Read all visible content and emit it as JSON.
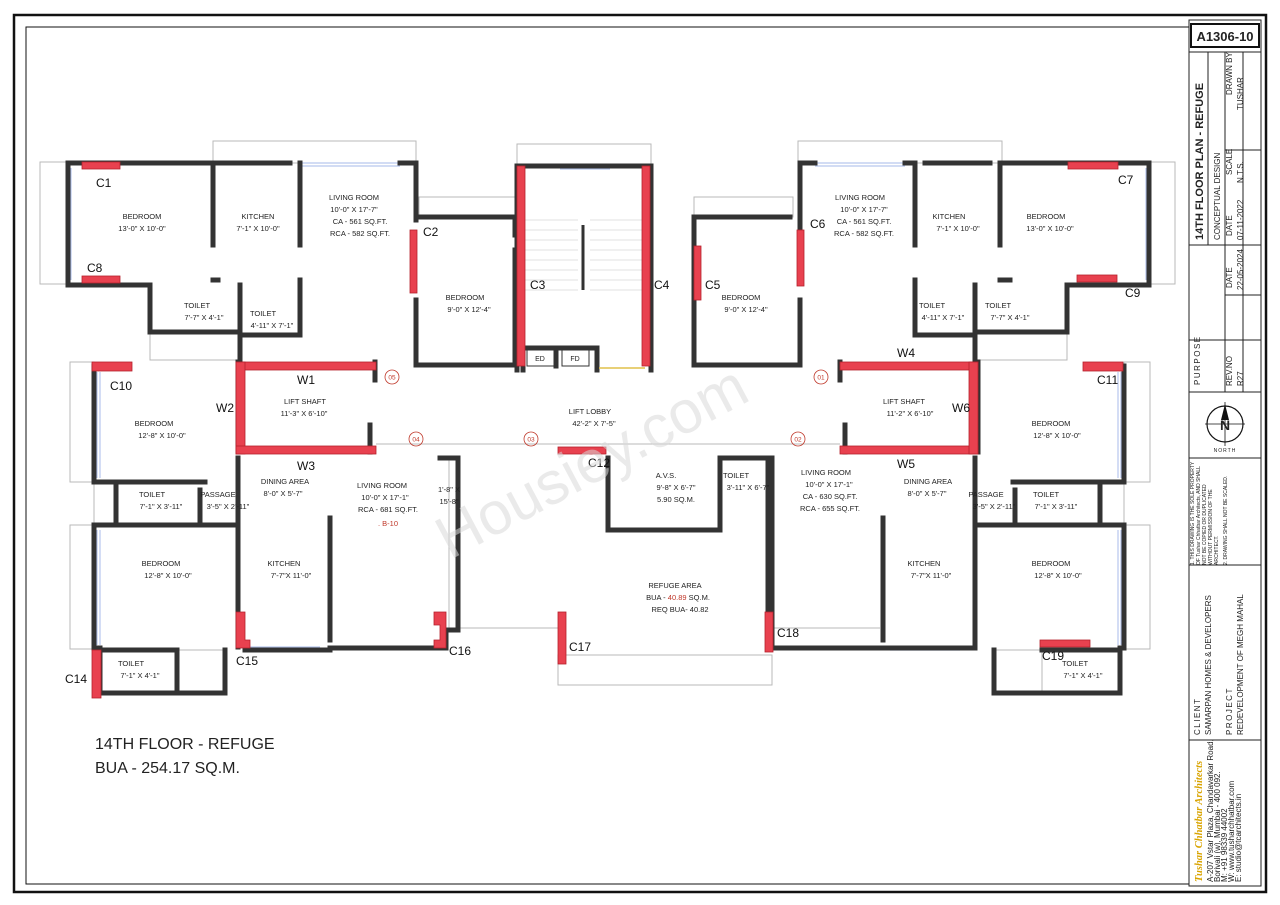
{
  "sheet_number": "A1306-10",
  "title_block": {
    "title": "14TH FLOOR PLAN - REFUGE",
    "subtitle": "CONCEPTUAL DESIGN",
    "drawn_by_label": "DRAWN BY",
    "drawn_by": "TUSHAR",
    "scale_label": "SCALE",
    "scale": "N.T.S.",
    "date1_label": "DATE",
    "date1": "07-11-2022",
    "date2_label": "DATE",
    "date2": "22-05-2024",
    "purpose_label": "PURPOSE",
    "rev_label": "REV.NO",
    "rev": "R27",
    "north_label": "N",
    "north_text": "NORTH",
    "note1": "1. THIS DRAWING IS THE SOLE PROPERTY OF Tushar Chhatbar Architects, AND SHALL NOT BE COPIED OR DUPLICATED WITHOUT PERMISSION OF THE ARCHITECT.",
    "note2": "2. DRAWING SHALL NOT BE SCALED.",
    "client_label": "CLIENT",
    "client": "SAMARPAN HOMES & DEVELOPERS",
    "project_label": "PROJECT",
    "project": "REDEVELOPMENT OF MEGH MAHAL",
    "firm": "Tushar Chhatbar Architects",
    "address1": "A-207 Vstar Plaza, Chandavarkar Road,",
    "address2": "Borivali (w), Mumbai - 400 092.",
    "phone": "M: +91 98339 44002",
    "web": "W: www.tusharchhatbar.com",
    "email": "E: studio@tcarchitects.in"
  },
  "plan_caption": {
    "line1": "14TH FLOOR - REFUGE",
    "line2": "BUA - 254.17 SQ.M."
  },
  "watermark": "Housiey.com",
  "rooms": {
    "bedroom_tl": {
      "name": "BEDROOM",
      "size": "13'-0\" X 10'-0\""
    },
    "kitchen_tl": {
      "name": "KITCHEN",
      "size": "7'-1\" X 10'-0\""
    },
    "living_tl": {
      "name": "LIVING ROOM",
      "size": "10'-0\" X 17'-7\"",
      "ca": "CA - 561 SQ.FT.",
      "rca": "RCA - 582 SQ.FT."
    },
    "bedroom_tc_l": {
      "name": "BEDROOM",
      "size": "9'-0\" X 12'-4\""
    },
    "toilet_tl1": {
      "name": "TOILET",
      "size": "7'-7\" X 4'-1\""
    },
    "toilet_tl2": {
      "name": "TOILET",
      "size": "4'-11\" X 7'-1\""
    },
    "bedroom_tc_r": {
      "name": "BEDROOM",
      "size": "9'-0\" X 12'-4\""
    },
    "living_tr": {
      "name": "LIVING ROOM",
      "size": "10'-0\" X 17'-7\"",
      "ca": "CA - 561 SQ.FT.",
      "rca": "RCA - 582 SQ.FT."
    },
    "kitchen_tr": {
      "name": "KITCHEN",
      "size": "7'-1\" X 10'-0\""
    },
    "bedroom_tr": {
      "name": "BEDROOM",
      "size": "13'-0\" X 10'-0\""
    },
    "toilet_tr1": {
      "name": "TOILET",
      "size": "4'-11\" X 7'-1\""
    },
    "toilet_tr2": {
      "name": "TOILET",
      "size": "7'-7\" X 4'-1\""
    },
    "ed": "ED",
    "fd": "FD",
    "bedroom_ml": {
      "name": "BEDROOM",
      "size": "12'-8\" X 10'-0\""
    },
    "lift_l": {
      "name": "LIFT SHAFT",
      "size": "11'-3\" X 6'-10\""
    },
    "lift_lobby": {
      "name": "LIFT LOBBY",
      "size": "42'-2\" X 7'-5\""
    },
    "lift_r": {
      "name": "LIFT SHAFT",
      "size": "11'-2\" X 6'-10\""
    },
    "bedroom_mr": {
      "name": "BEDROOM",
      "size": "12'-8\" X 10'-0\""
    },
    "toilet_ml": {
      "name": "TOILET",
      "size": "7'-1\" X 3'-11\""
    },
    "passage_l": {
      "name": "PASSAGE",
      "size": "3'-5\" X 2'-11\""
    },
    "dining_l": {
      "name": "DINING AREA",
      "size": "8'-0\" X 5'-7\""
    },
    "living_bl": {
      "name": "LIVING ROOM",
      "size": "10'-0\" X 17'-1\"",
      "rca": "RCA - 681 SQ.FT.",
      "tag": ". B-10"
    },
    "duct_l": {
      "size1": "1'-8\" X",
      "size2": "15'-8\""
    },
    "avs": {
      "name": "A.V.S.",
      "size": "9'-8\" X 6'-7\"",
      "area": "5.90 SQ.M."
    },
    "toilet_avs": {
      "name": "TOILET",
      "size": "3'-11\" X 6'-7\""
    },
    "living_br": {
      "name": "LIVING ROOM",
      "size": "10'-0\" X 17'-1\"",
      "ca": "CA - 630 SQ.FT.",
      "rca": "RCA - 655 SQ.FT."
    },
    "dining_r": {
      "name": "DINING AREA",
      "size": "8'-0\" X 5'-7\""
    },
    "passage_r": {
      "name": "PASSAGE",
      "size": "3'-5\" X 2'-11\""
    },
    "toilet_mr": {
      "name": "TOILET",
      "size": "7'-1\" X 3'-11\""
    },
    "bedroom_bl": {
      "name": "BEDROOM",
      "size": "12'-8\" X 10'-0\""
    },
    "kitchen_bl": {
      "name": "KITCHEN",
      "size": "7'-7\"X 11'-0\""
    },
    "refuge": {
      "name": "REFUGE AREA",
      "bua_label": "BUA - ",
      "bua_value": "40.89",
      "bua_unit": " SQ.M.",
      "req": "REQ BUA- 40.82"
    },
    "kitchen_br": {
      "name": "KITCHEN",
      "size": "7'-7\"X 11'-0\""
    },
    "bedroom_br": {
      "name": "BEDROOM",
      "size": "12'-8\" X 10'-0\""
    },
    "toilet_bl": {
      "name": "TOILET",
      "size": "7'-1\" X 4'-1\""
    },
    "toilet_br": {
      "name": "TOILET",
      "size": "7'-1\" X 4'-1\""
    }
  },
  "columns": [
    "C1",
    "C2",
    "C3",
    "C4",
    "C5",
    "C6",
    "C7",
    "C8",
    "C9",
    "C10",
    "C11",
    "C12",
    "C14",
    "C15",
    "C16",
    "C17",
    "C18",
    "C19"
  ],
  "walls": [
    "W1",
    "W2",
    "W3",
    "W4",
    "W5",
    "W6"
  ],
  "grid_markers": [
    "05",
    "04",
    "03",
    "02",
    "01"
  ],
  "colors": {
    "column_red": "#e8414f",
    "accent_red": "#c0392b",
    "firm_gold": "#d9a400"
  }
}
